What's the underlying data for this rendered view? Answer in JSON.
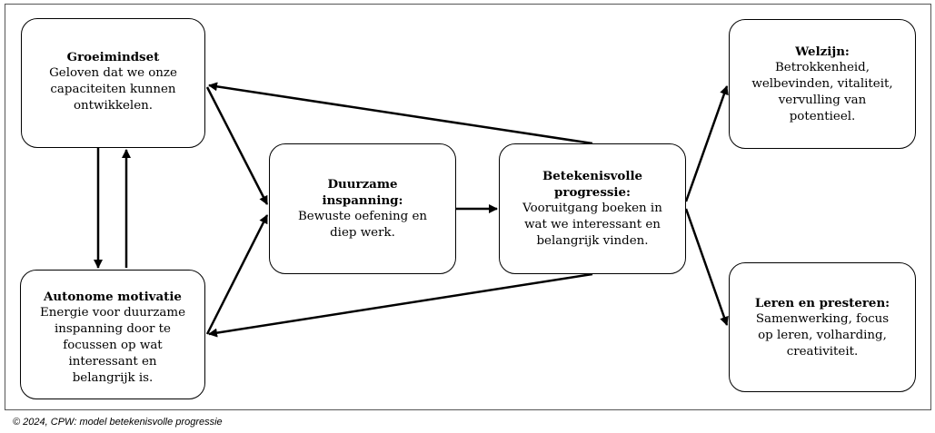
{
  "nodes": {
    "groeimindset": {
      "title": "Groeimindset",
      "body": "Geloven dat we onze\ncapaciteiten kunnen\nontwikkelen."
    },
    "autonome_motivatie": {
      "title": "Autonome motivatie",
      "body": "Energie voor duurzame\ninspanning door te\nfocussen op wat\ninteressant en\nbelangrijk is."
    },
    "duurzame_inspanning": {
      "title": "Duurzame\ninspanning:",
      "body": "Bewuste oefening en\ndiep werk."
    },
    "betekenisvolle_progressie": {
      "title": "Betekenisvolle\nprogressie:",
      "body": "Vooruitgang boeken in\nwat we interessant en\nbelangrijk vinden."
    },
    "welzijn": {
      "title": "Welzijn:",
      "body": "Betrokkenheid,\nwelbevinden, vitaliteit,\nvervulling van\npotentieel."
    },
    "leren_presteren": {
      "title": "Leren en presteren:",
      "body": "Samenwerking, focus\nop leren, volharding,\ncreativiteit."
    }
  },
  "caption": "© 2024, CPW: model betekenisvolle progressie"
}
